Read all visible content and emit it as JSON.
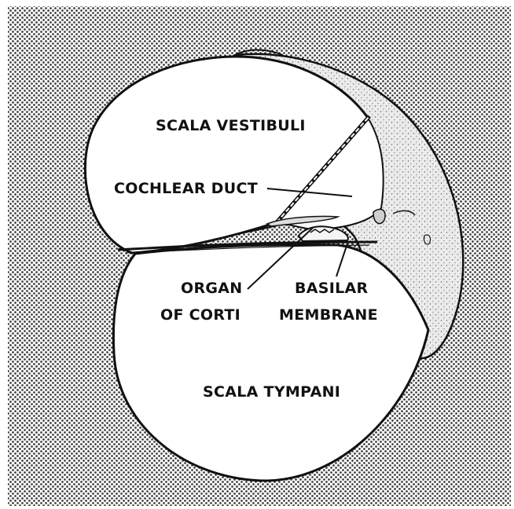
{
  "figure": {
    "labels": {
      "scala_vestibuli": "SCALA VESTIBULI",
      "cochlear_duct": "COCHLEAR DUCT",
      "organ_line1": "ORGAN",
      "organ_line2": "OF CORTI",
      "basilar_line1": "BASILAR",
      "basilar_line2": "MEMBRANE",
      "scala_tympani": "SCALA TYMPANI"
    }
  },
  "colors": {
    "ink": "#111111",
    "paper": "#ffffff",
    "halftone_dot": "#3a3a3a",
    "stipple_tissue": "#e6e6e6"
  }
}
